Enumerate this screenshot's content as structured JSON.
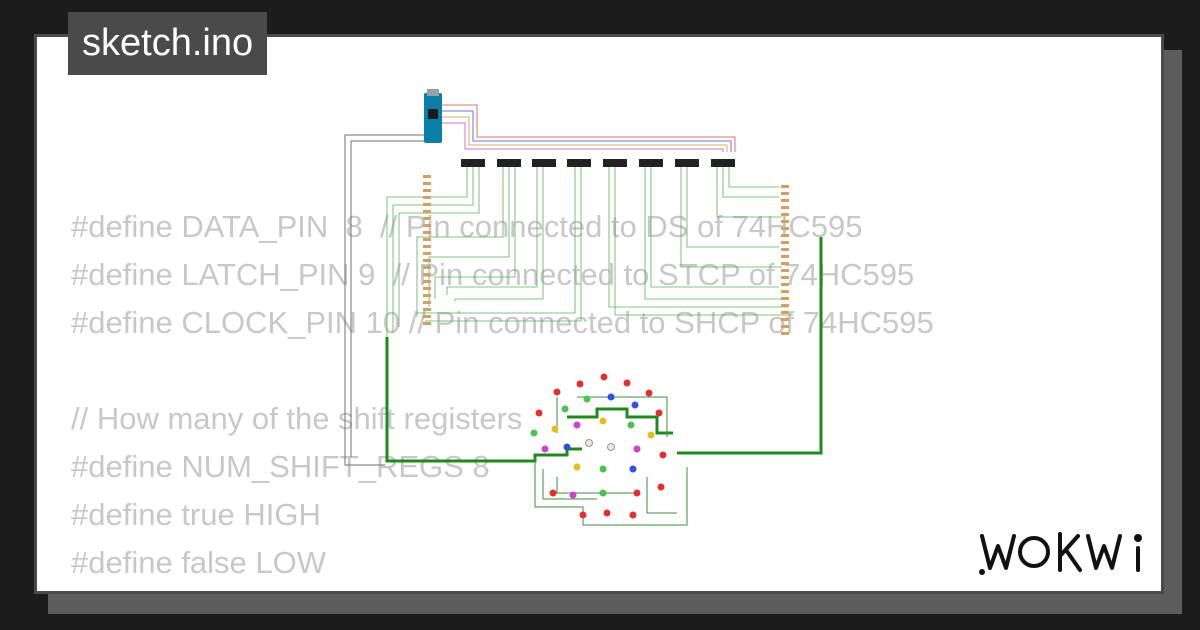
{
  "header": {
    "title": "sketch.ino"
  },
  "code_lines": [
    "#define DATA_PIN  8  // Pin connected to DS of 74HC595",
    "#define LATCH_PIN 9  // Pin connected to STCP of 74HC595",
    "#define CLOCK_PIN 10 // Pin connected to SHCP of 74HC595",
    "",
    "// How many of the shift registers",
    "#define NUM_SHIFT_REGS 8",
    "#define true HIGH",
    "#define false LOW"
  ],
  "brand": {
    "logo_text": "WOKWi"
  },
  "colors": {
    "background": "#1c1c1c",
    "card": "#ffffff",
    "badge": "#4a4a4a",
    "code_text": "#c8c8c8",
    "wire_green": "#1e8a1e",
    "board": "#0a7fa8"
  },
  "icons": {
    "microcontroller": "arduino-nano-icon",
    "chip": "shift-register-chip-icon",
    "led": "led-icon"
  }
}
